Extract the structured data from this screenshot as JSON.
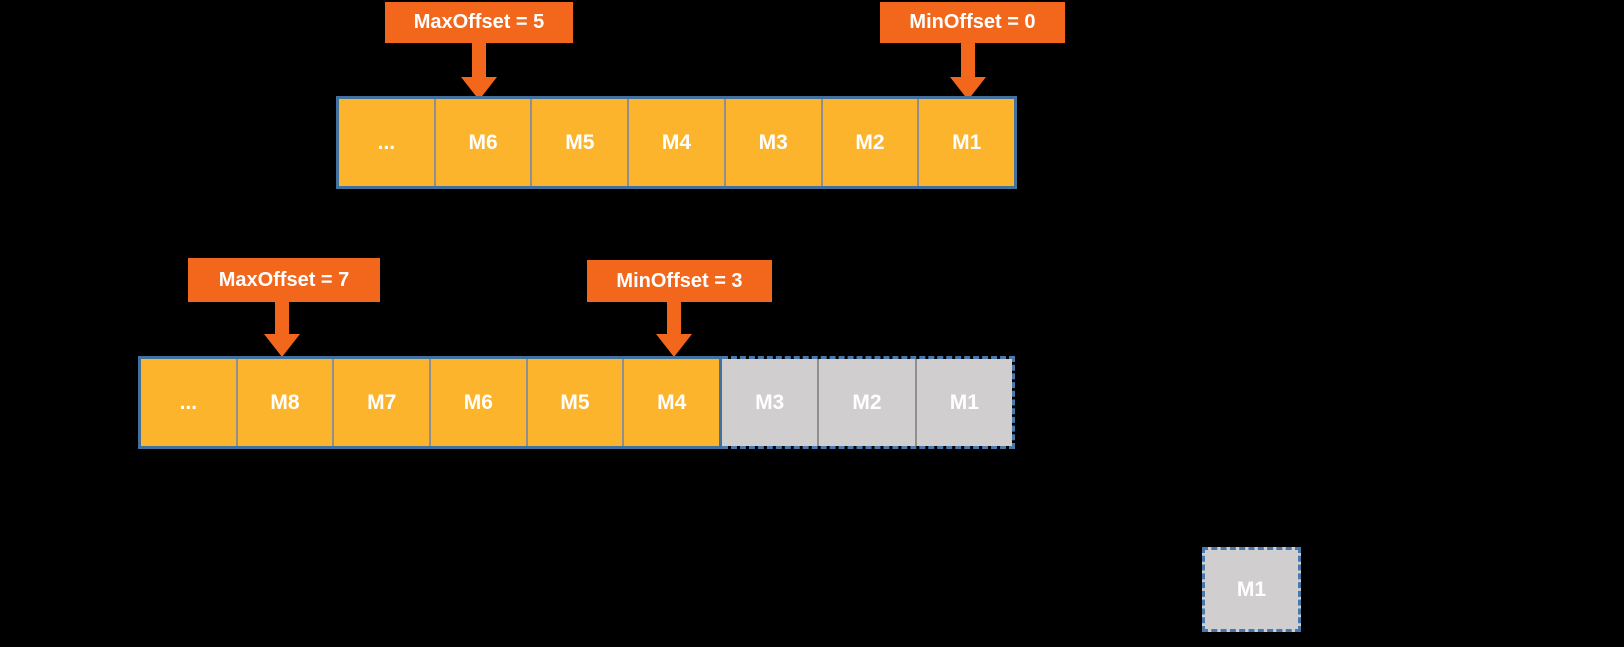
{
  "colors": {
    "background": "#000000",
    "cell_active_fill": "#FCB42C",
    "cell_consumed_fill": "#D0CECE",
    "callout_fill": "#F2671C",
    "arrow_fill": "#F2671C",
    "border_solid": "#41719C",
    "border_dashed": "#4878AC",
    "cell_divider": "#8F8F8F",
    "text": "#FFFFFF"
  },
  "queue1": {
    "max_callout_label": "MaxOffset = 5",
    "min_callout_label": "MinOffset = 0",
    "cells": [
      "...",
      "M6",
      "M5",
      "M4",
      "M3",
      "M2",
      "M1"
    ]
  },
  "queue2": {
    "max_callout_label": "MaxOffset = 7",
    "min_callout_label": "MinOffset = 3",
    "active_cells": [
      "...",
      "M8",
      "M7",
      "M6",
      "M5",
      "M4"
    ],
    "consumed_cells": [
      "M3",
      "M2",
      "M1"
    ]
  },
  "detached_message": {
    "label": "M1"
  }
}
